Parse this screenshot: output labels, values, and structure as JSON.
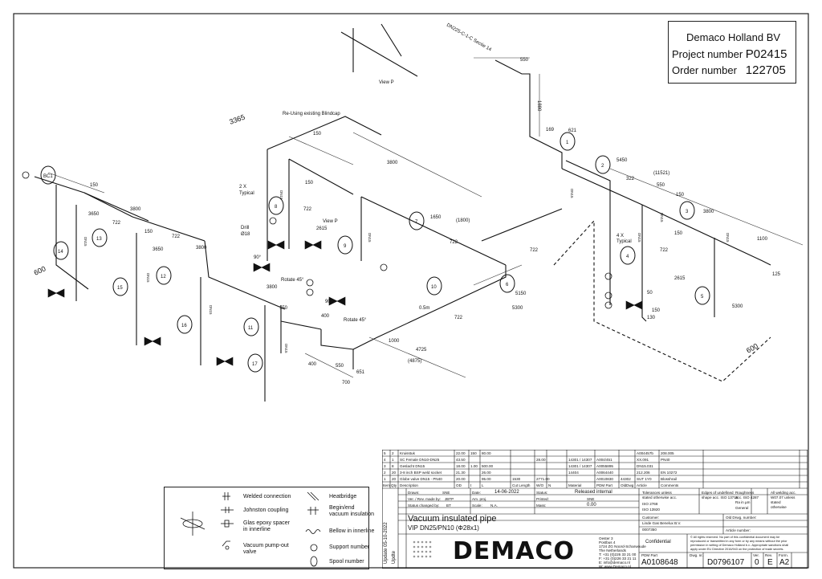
{
  "project_box": {
    "company": "Demaco Holland BV",
    "project_label": "Project number",
    "project_number": "P02415",
    "order_label": "Order number",
    "order_number": "122705"
  },
  "drawing": {
    "top_label": "DN225-C-1-C Sectie 14",
    "view_label": "View P",
    "reuse_note": "Re-Using existing Blindcap",
    "ref_3365": "3365",
    "dims": {
      "d550": "550",
      "d1880": "1880",
      "d169": "169",
      "d621": "621",
      "d5450": "5450",
      "d11521": "(11521)",
      "d322": "322",
      "d550b": "550",
      "d150a": "150",
      "d3800a": "3800",
      "d1100": "1100",
      "d5300a": "5300",
      "d125": "125",
      "d600a": "600",
      "d150b": "150",
      "d3800b": "3800",
      "d722a": "722",
      "d2615a": "2615",
      "d4725": "4725",
      "d4875": "(4875)",
      "d1650": "1650",
      "d1800": "(1800)",
      "d722b": "722",
      "d150c": "150",
      "d722c": "722",
      "d5150": "5150",
      "d5300b": "5300",
      "d400a": "400",
      "d550c": "550",
      "d651": "651",
      "d700": "700",
      "d400b": "400",
      "d1000": "1000",
      "d3800c": "3800",
      "d150d": "150",
      "d3650a": "3650",
      "d722d": "722",
      "d3650b": "3650",
      "d3800d": "3800",
      "d150e": "150",
      "d722e": "722",
      "d600b": "600",
      "d150f": "150",
      "d3800e": "3800",
      "d2615b": "2615",
      "d722f": "722",
      "d150g": "150",
      "d50": "50",
      "d130": "130",
      "d722g": "722",
      "d150h": "150"
    },
    "notes": {
      "typical2": "2 X",
      "typical2b": "Typical",
      "typical4": "4 X",
      "typical4b": "Typical",
      "drill": "Drill",
      "drill_size": "Ø18",
      "rotate1": "Rotate 45°",
      "rotate2": "Rotate 45°",
      "angle1": "90°",
      "angle2": "90°",
      "view_p2": "View P",
      "r500": "0.5m"
    },
    "spools": [
      "1",
      "2",
      "3",
      "4",
      "5",
      "6",
      "7",
      "8",
      "9",
      "10",
      "11",
      "12",
      "13",
      "14",
      "15",
      "16",
      "17",
      "BC1"
    ],
    "dn_labels": [
      "DN15",
      "DN15",
      "DN15",
      "DN15",
      "DN15",
      "DN15",
      "DN15",
      "DN15",
      "DN15",
      "DN15"
    ]
  },
  "legend": {
    "items": [
      "Welded connection",
      "Johnston coupling",
      "Glas epoxy spacer",
      "in innerline",
      "Vacuum pump-out",
      "valve",
      "Heatbridge",
      "Begin/end",
      "vacuum insulation",
      "Bellow in innerline",
      "Support number",
      "Spool number"
    ]
  },
  "title_block": {
    "bom": [
      [
        "5",
        "2",
        "Kruisstuk",
        "22.00",
        "150",
        "80.00",
        "",
        "",
        "",
        "A004457b",
        "208.005",
        "",
        ""
      ],
      [
        "4",
        "1",
        "SC Female DN10-DN25",
        "43.50",
        "",
        "",
        "28.00",
        "14301 / 14307",
        "A004/451",
        "XX.091",
        "PN40",
        ""
      ],
      [
        "3",
        "8",
        "Geslacht DN15",
        "18.00",
        "1.00",
        "500.00",
        "",
        "14301 / 14307",
        "A0055895",
        "DN15.031",
        "",
        ""
      ],
      [
        "2",
        "20",
        "3-8 inch BSP weld socket",
        "21.30",
        "",
        "26.00",
        "",
        "14404",
        "A0064440",
        "212.206",
        "EN 10272",
        ""
      ],
      [
        "1",
        "20",
        "Globe valve DN15 - PN40",
        "20.00",
        "",
        "95.00",
        "1530",
        "2771.00",
        "A0010830",
        "44302",
        "SUT 1Y0",
        "Blosshrail"
      ]
    ],
    "bom_header": [
      "Item",
      "Qty",
      "Description",
      "OD",
      "t",
      "L",
      "Cut Length",
      "W/O",
      "N",
      "Material",
      "PDM Part",
      "OldDwg",
      "Article",
      "Comments"
    ],
    "drawn_label": "Drawn:",
    "drawn_by": "SNE",
    "date_label": "Date:",
    "date": "14-06-2022",
    "status_label": "Status:",
    "status": "Released internal",
    "ver_label": "Ver. / Rev. made by:",
    "ver_by": "JBTP",
    "am_label": "Am. proj.",
    "printed_label": "Printed:",
    "printed_by": "SNE",
    "changed_label": "Status changed by:",
    "changed_by": "BT",
    "scale_label": "Scale:",
    "scale": "N.A.",
    "mass_label": "Mass:",
    "mass": "0.00",
    "tol_text1": "Tolerances unless",
    "tol_text2": "stated otherwise acc.",
    "tol_iso1": "ISO 2768",
    "tol_iso2": "ISO 13920",
    "edges1": "Edges of undefined",
    "edges2": "shape acc. ISO 13715",
    "rough1": "Roughness",
    "rough2": "acc. ISO 4287",
    "rough3": "Ra in µm",
    "rough4": "General",
    "weld1": "All welding acc.",
    "weld2": "W07.07 unless",
    "weld3": "stated",
    "weld4": "otherwise",
    "customer_label": "Customer:",
    "customer": "Linde Gas Benelux B.V.",
    "customer_ref": "0007350",
    "olddrw_label": "Old Drwg. number:",
    "article_label": "Article number:",
    "title": "Vacuum insulated pipe",
    "subtitle": "VIP DN25/PN10 (Φ28x1)",
    "addr1": "Oester 3",
    "addr2": "Postbus 4",
    "addr3": "1724 ZG Noord-Scharwoude",
    "addr4": "The Netherlands",
    "addr5": "T: +31 (0)226 33 21 00",
    "addr6": "F: +31 (0)226 33 21 11",
    "addr7": "E: info@demaco.nl",
    "addr8": "W: www.Demaco.nl",
    "confidential": "Confidential",
    "rights1": "© All rights reserved. No part of this confidential document may be",
    "rights2": "reproduced or transmitted in any form or by any means without the prior",
    "rights3": "permission in writing of Demaco Holland b.v.. Appropriate sanctions shall",
    "rights4": "apply under EU Directive 2016/943 on the protection of trade secrets.",
    "pdm_label": "PDM Part",
    "pdm": "A0108648",
    "dwg_label": "Dwg. nr.",
    "dwg": "D0796107",
    "ver_short_label": "Ver.",
    "ver": "0",
    "rev_label": "Rev.",
    "rev": "E",
    "form_label": "Form.",
    "form": "A2",
    "side_text": "Update 05-10-2022",
    "side_text2": "Updte"
  }
}
